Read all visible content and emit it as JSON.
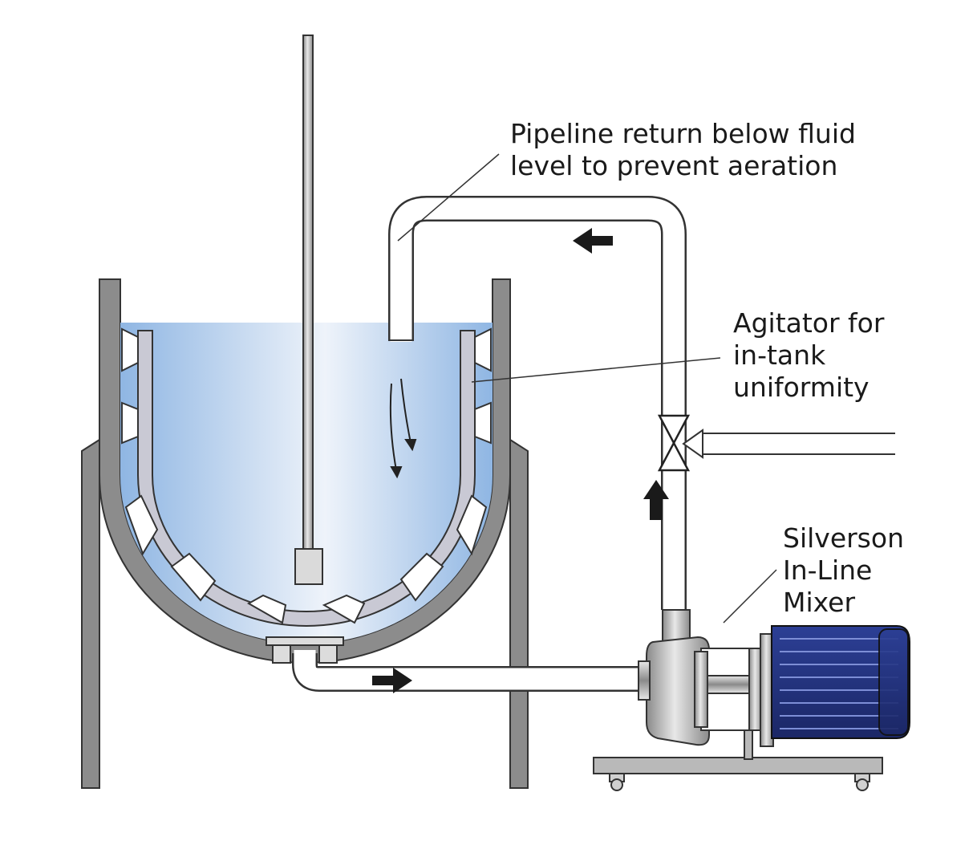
{
  "labels": {
    "pipeline_return": [
      "Pipeline return below fluid",
      "level to prevent aeration"
    ],
    "agitator": [
      "Agitator for",
      "in-tank",
      "uniformity"
    ],
    "mixer": [
      "Silverson",
      "In-Line",
      "Mixer"
    ]
  },
  "colors": {
    "fluid_edge": "#8fb6e3",
    "fluid_center": "#eef3fa",
    "wall": "#8c8c8c",
    "outline": "#333333",
    "motor": "#2c3f95",
    "motor_dark": "#1b2766",
    "steel_light": "#e8e8e8",
    "steel_dark": "#8a8a8a",
    "arrow": "#1a1a1a"
  },
  "icons": {
    "flow_arrow": "arrow-icon",
    "valve": "valve-icon",
    "motor": "motor-icon"
  }
}
